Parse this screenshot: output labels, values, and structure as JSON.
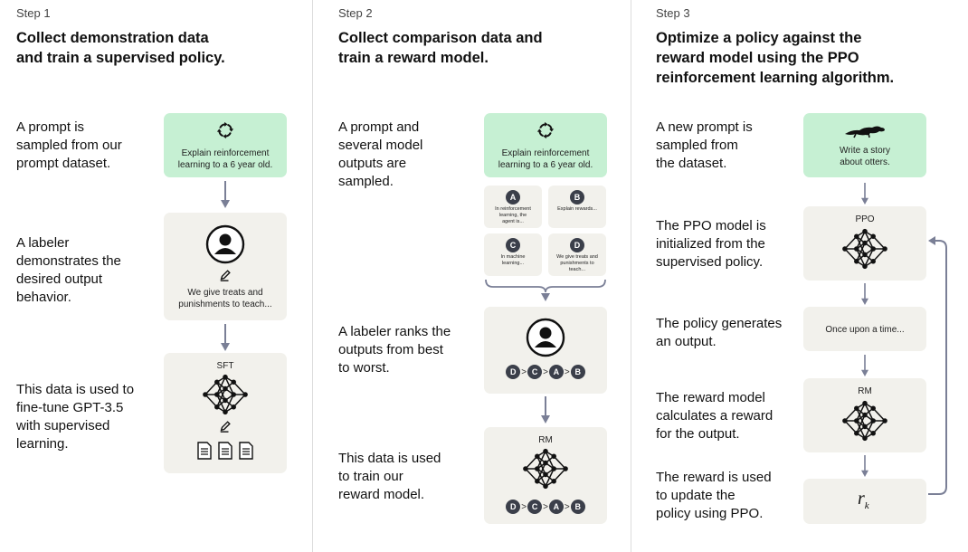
{
  "steps": [
    {
      "label": "Step 1",
      "title": "Collect demonstration data\nand train a supervised policy.",
      "descriptions": [
        "A prompt is\nsampled from our\nprompt dataset.",
        "A labeler\ndemonstrates the\ndesired output\nbehavior.",
        "This data is used to\nfine-tune GPT-3.5\nwith supervised\nlearning."
      ],
      "prompt_text": "Explain reinforcement\nlearning to a 6 year old.",
      "labeler_output": "We give treats and\npunishments to teach...",
      "model_label": "SFT",
      "icons": [
        "recycle-icon",
        "person-icon",
        "pencil-icon",
        "neural-network-icon",
        "document-icon"
      ]
    },
    {
      "label": "Step 2",
      "title": "Collect comparison data and\ntrain a reward model.",
      "descriptions": [
        "A prompt and\nseveral model\noutputs are\nsampled.",
        "A labeler ranks the\noutputs from best\nto worst.",
        "This data is used\nto train our\nreward model."
      ],
      "prompt_text": "Explain reinforcement\nlearning to a 6 year old.",
      "outputs": [
        {
          "letter": "A",
          "text": "In reinforcement\nlearning, the\nagent is..."
        },
        {
          "letter": "B",
          "text": "Explain rewards..."
        },
        {
          "letter": "C",
          "text": "In machine\nlearning..."
        },
        {
          "letter": "D",
          "text": "We give treats and\npunishments to\nteach..."
        }
      ],
      "ranking": [
        "D",
        "C",
        "A",
        "B"
      ],
      "ranking_separator": ">",
      "model_label": "RM"
    },
    {
      "label": "Step 3",
      "title": "Optimize a policy against the\nreward model using the PPO\nreinforcement learning algorithm.",
      "descriptions": [
        "A new prompt is\nsampled from\nthe dataset.",
        "The PPO model is\ninitialized from the\nsupervised policy.",
        "The policy generates\nan output.",
        "The reward model\ncalculates a reward\nfor the output.",
        "The reward is used\nto update the\npolicy using PPO."
      ],
      "prompt_text": "Write a story\nabout otters.",
      "ppo_label": "PPO",
      "output_text": "Once upon a time...",
      "rm_label": "RM",
      "reward_symbol": "r",
      "reward_subscript": "k",
      "icons": [
        "otter-icon",
        "neural-network-icon"
      ]
    }
  ],
  "colors": {
    "prompt_box": "#c6f0d3",
    "gray_box": "#f2f1ec",
    "arrow": "#7a7f96",
    "circle": "#3b3f4a"
  }
}
